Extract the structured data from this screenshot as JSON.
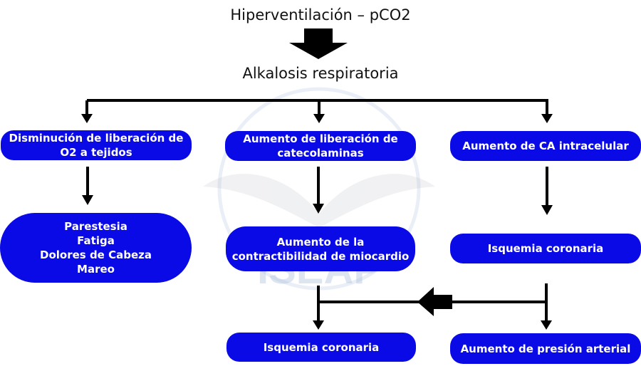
{
  "header": {
    "title": "Hiperventilación – pCO2",
    "subtitle": "Alkalosis respiratoria"
  },
  "nodes": {
    "left_top": "Disminución de liberación de O2 a tejidos",
    "mid_top": "Aumento de liberación de catecolaminas",
    "right_top": "Aumento de CA intracelular",
    "symptoms": [
      "Parestesia",
      "Fatiga",
      "Dolores de Cabeza",
      "Mareo"
    ],
    "mid_middle": "Aumento de la contractibilidad de miocardio",
    "right_middle": "Isquemia coronaria",
    "mid_bottom": "Isquemia coronaria",
    "right_bottom": "Aumento de presión arterial"
  },
  "watermark": {
    "text": "ISEAP"
  },
  "colors": {
    "node_fill": "#0a0ae6",
    "node_text": "#ffffff",
    "arrow": "#000000",
    "watermark": "#9fb8d6"
  }
}
